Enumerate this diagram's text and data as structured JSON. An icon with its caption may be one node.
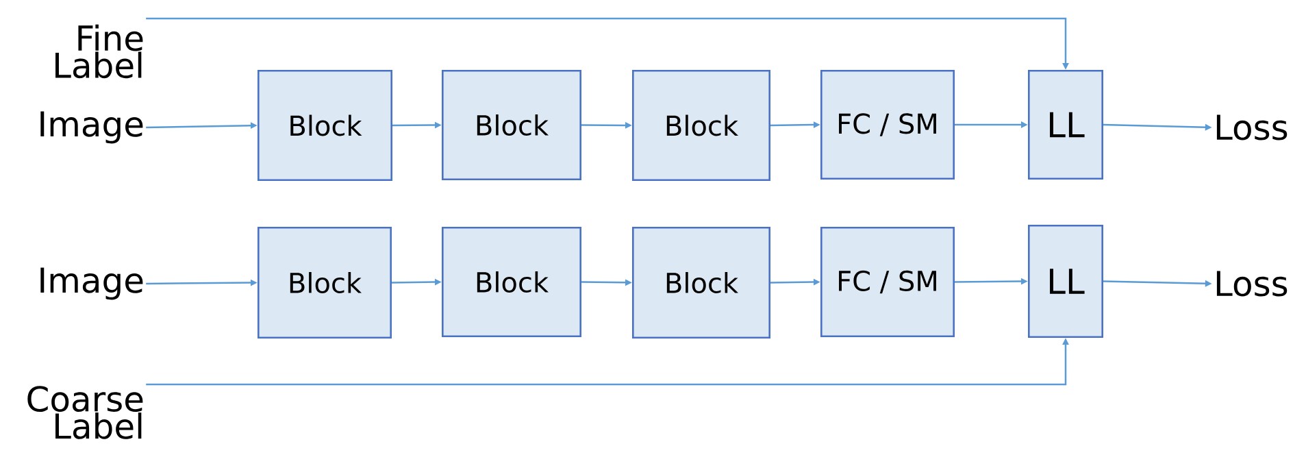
{
  "diagram": {
    "nodes": [
      {
        "text": [
          "Fine Label"
        ]
      },
      {
        "text": [
          "Image"
        ]
      },
      {
        "text": [
          "Block"
        ]
      },
      {
        "text": [
          "Block"
        ]
      },
      {
        "text": [
          "Block"
        ]
      },
      {
        "text": [
          "FC / SM"
        ]
      },
      {
        "text": [
          "LL"
        ]
      },
      {
        "text": [
          "Loss"
        ]
      },
      {
        "text": [
          "Image"
        ]
      },
      {
        "text": [
          "Block"
        ]
      },
      {
        "text": [
          "Block"
        ]
      },
      {
        "text": [
          "Block"
        ]
      },
      {
        "text": [
          "FC / SM"
        ]
      },
      {
        "text": [
          "LL"
        ]
      },
      {
        "text": [
          "Loss"
        ]
      },
      {
        "text": [
          "Coarse Label"
        ]
      }
    ],
    "edges": [
      {
        "from": 0,
        "to": 6,
        "arrow": "to"
      },
      {
        "from": 1,
        "to": 2,
        "arrow": "to"
      },
      {
        "from": 2,
        "to": 3,
        "arrow": "to"
      },
      {
        "from": 3,
        "to": 4,
        "arrow": "to"
      },
      {
        "from": 4,
        "to": 5,
        "arrow": "to"
      },
      {
        "from": 5,
        "to": 6,
        "arrow": "to"
      },
      {
        "from": 6,
        "to": 7,
        "arrow": "to"
      },
      {
        "from": 8,
        "to": 9,
        "arrow": "to"
      },
      {
        "from": 9,
        "to": 10,
        "arrow": "to"
      },
      {
        "from": 10,
        "to": 11,
        "arrow": "to"
      },
      {
        "from": 11,
        "to": 12,
        "arrow": "to"
      },
      {
        "from": 12,
        "to": 13,
        "arrow": "to"
      },
      {
        "from": 13,
        "to": 14,
        "arrow": "to"
      },
      {
        "from": 15,
        "to": 13,
        "arrow": "to"
      }
    ]
  }
}
